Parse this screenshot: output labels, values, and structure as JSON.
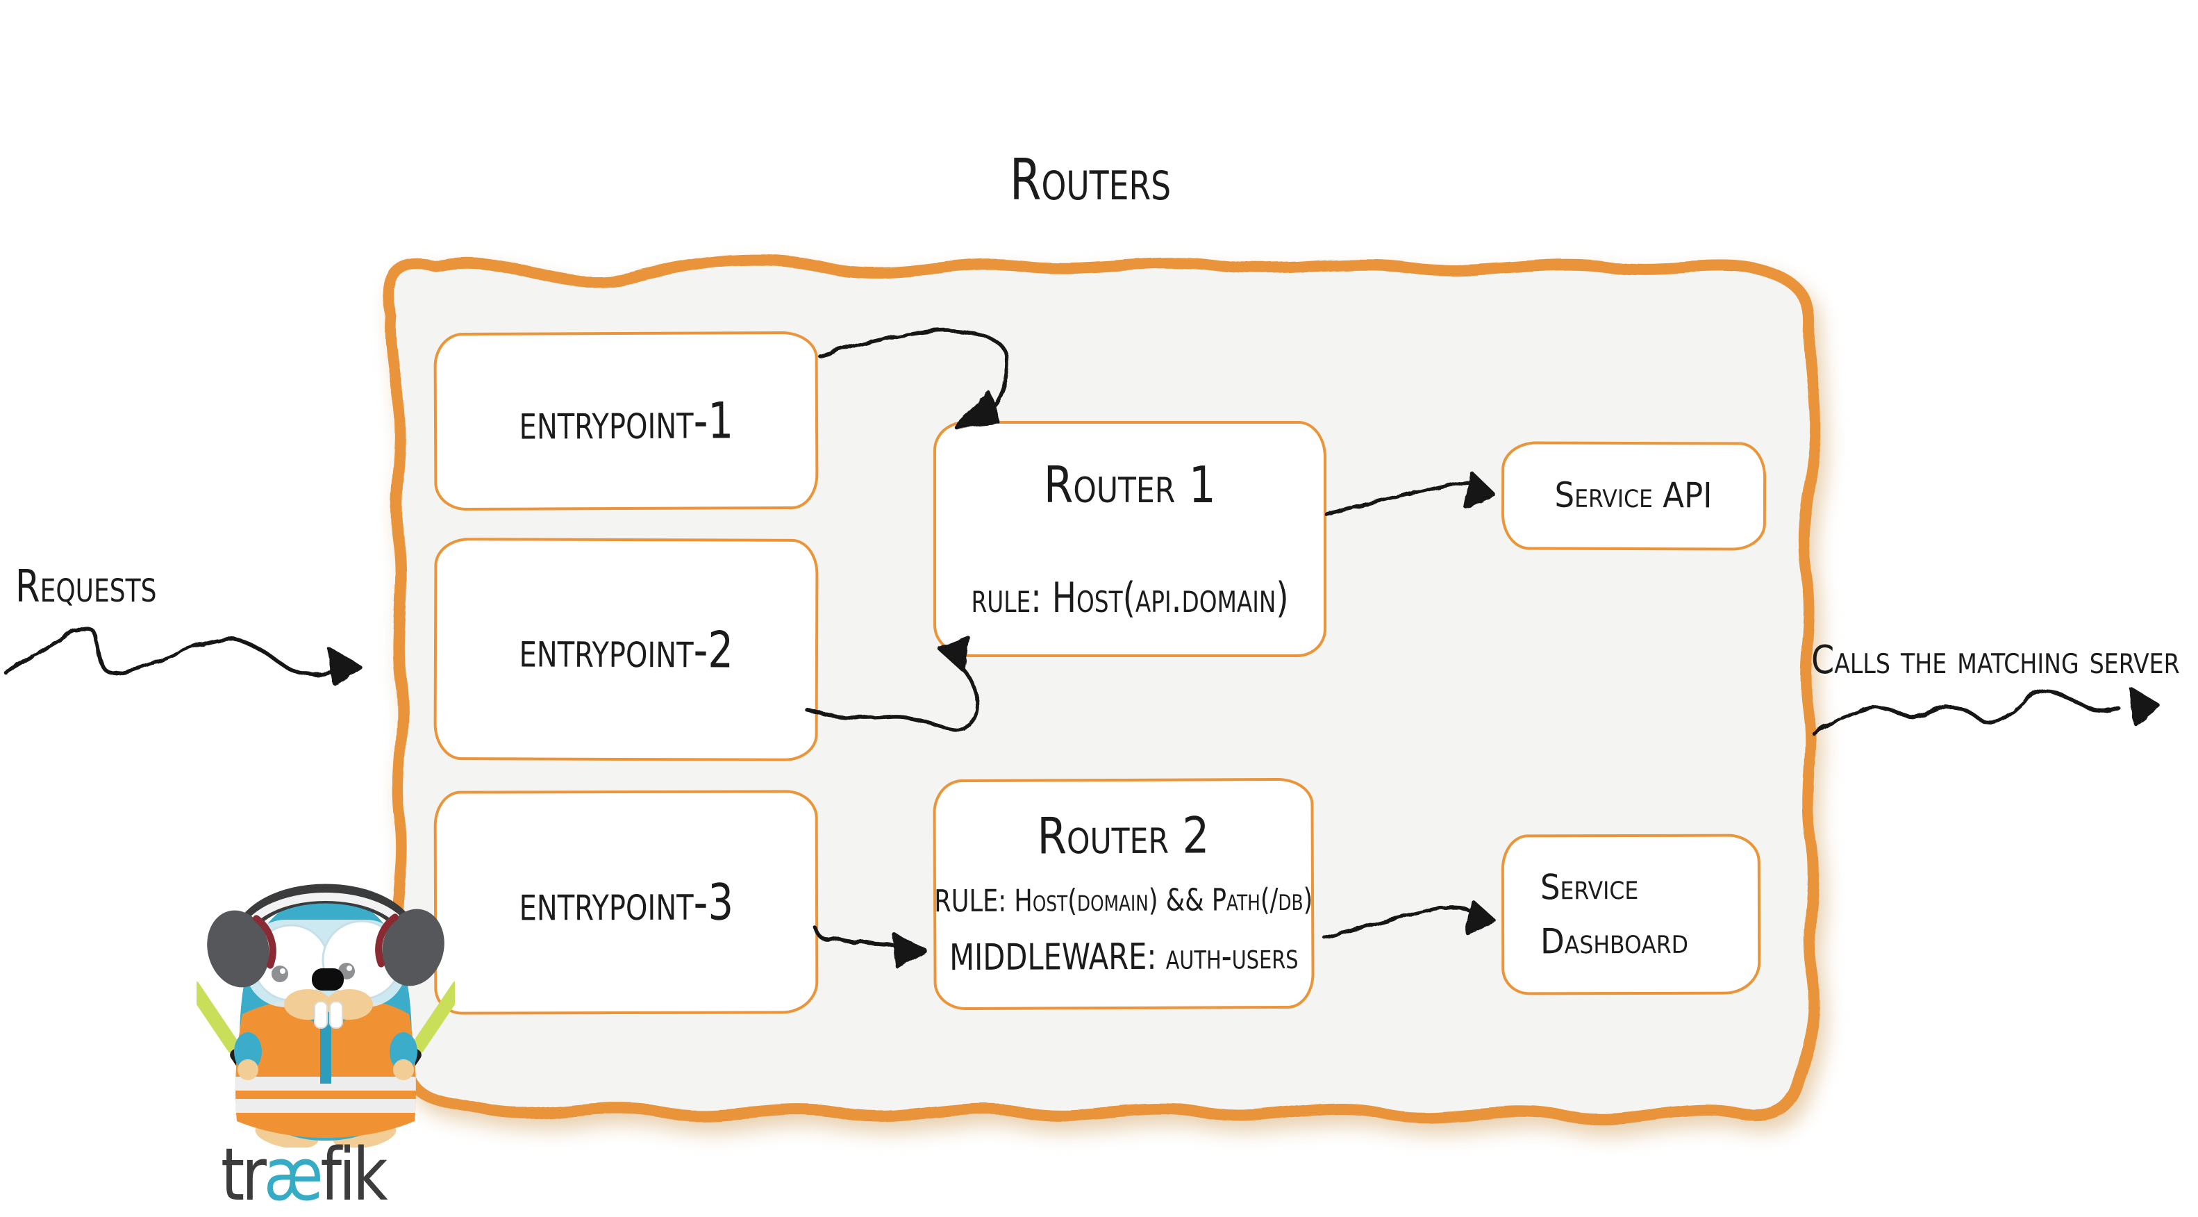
{
  "diagram": {
    "title": "Routers",
    "requests_label": "Requests",
    "output_label": "Calls the matching server"
  },
  "entrypoints": [
    {
      "label": "entrypoint-1"
    },
    {
      "label": "entrypoint-2"
    },
    {
      "label": "entrypoint-3"
    }
  ],
  "routers": [
    {
      "name": "Router 1",
      "rule": "rule: Host(api.domain)"
    },
    {
      "name": "Router 2",
      "rule": "RULE: Host(domain) && Path(/db)",
      "middleware": "MIDDLEWARE: auth-users"
    }
  ],
  "services": [
    {
      "label": "Service API"
    },
    {
      "label": "Service Dashboard"
    }
  ],
  "brand": {
    "wordmark_start": "tr",
    "wordmark_ae": "æ",
    "wordmark_end": "fik"
  },
  "icons": {
    "mascot": "traefik-gopher-icon",
    "arrows": [
      "requests-arrow",
      "entrypoint1-to-router1-arrow",
      "entrypoint2-to-router1-arrow",
      "entrypoint3-to-router2-arrow",
      "router1-to-service-api-arrow",
      "router2-to-service-dashboard-arrow",
      "calls-matching-server-arrow"
    ]
  },
  "colors": {
    "accent_orange": "#E9943B",
    "box_border_orange": "#EA9539",
    "panel_fill": "#F4F4F3",
    "ink": "#1B1B1B",
    "brand_teal": "#3BACC9",
    "wordmark_gray": "#3C3C3C",
    "vest_orange": "#F09233",
    "baton_green": "#C9DF5A"
  }
}
